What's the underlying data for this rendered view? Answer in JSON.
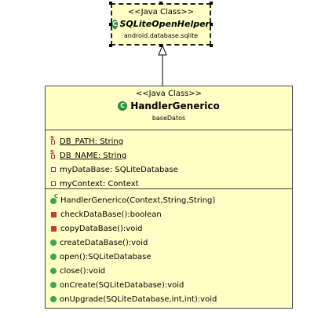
{
  "parent_class": {
    "stereotype": "<<Java Class>>",
    "name": "SQLiteOpenHelper",
    "package": "android.database.sqlite"
  },
  "class": {
    "stereotype": "<<Java Class>>",
    "name": "HandlerGenerico",
    "package": "baseDatos",
    "attributes": [
      {
        "text": "DB_PATH: String",
        "icon": "static-private-field-icon"
      },
      {
        "text": "DB_NAME: String",
        "icon": "static-private-field-icon"
      },
      {
        "text": "myDataBase: SQLiteDatabase",
        "icon": "private-field-icon"
      },
      {
        "text": "myContext: Context",
        "icon": "private-field-icon"
      }
    ],
    "methods": [
      {
        "text": "HandlerGenerico(Context,String,String)",
        "icon": "constructor-icon"
      },
      {
        "text": "checkDataBase():boolean",
        "icon": "private-method-icon"
      },
      {
        "text": "copyDataBase():void",
        "icon": "private-method-icon"
      },
      {
        "text": "createDataBase():void",
        "icon": "public-method-icon"
      },
      {
        "text": "open():SQLiteDatabase",
        "icon": "public-method-icon"
      },
      {
        "text": "close():void",
        "icon": "public-method-icon"
      },
      {
        "text": "onCreate(SQLiteDatabase):void",
        "icon": "public-method-icon"
      },
      {
        "text": "onUpgrade(SQLiteDatabase,int,int):void",
        "icon": "public-method-icon"
      }
    ]
  },
  "icons": {
    "class_icon_letter": "C",
    "static_marker": "S",
    "constructor_marker": "C"
  },
  "colors": {
    "box_fill": "#ffffc6",
    "class_icon": "#2f8f3a",
    "private_icon": "#c83a3a",
    "public_icon": "#3fa44a"
  }
}
